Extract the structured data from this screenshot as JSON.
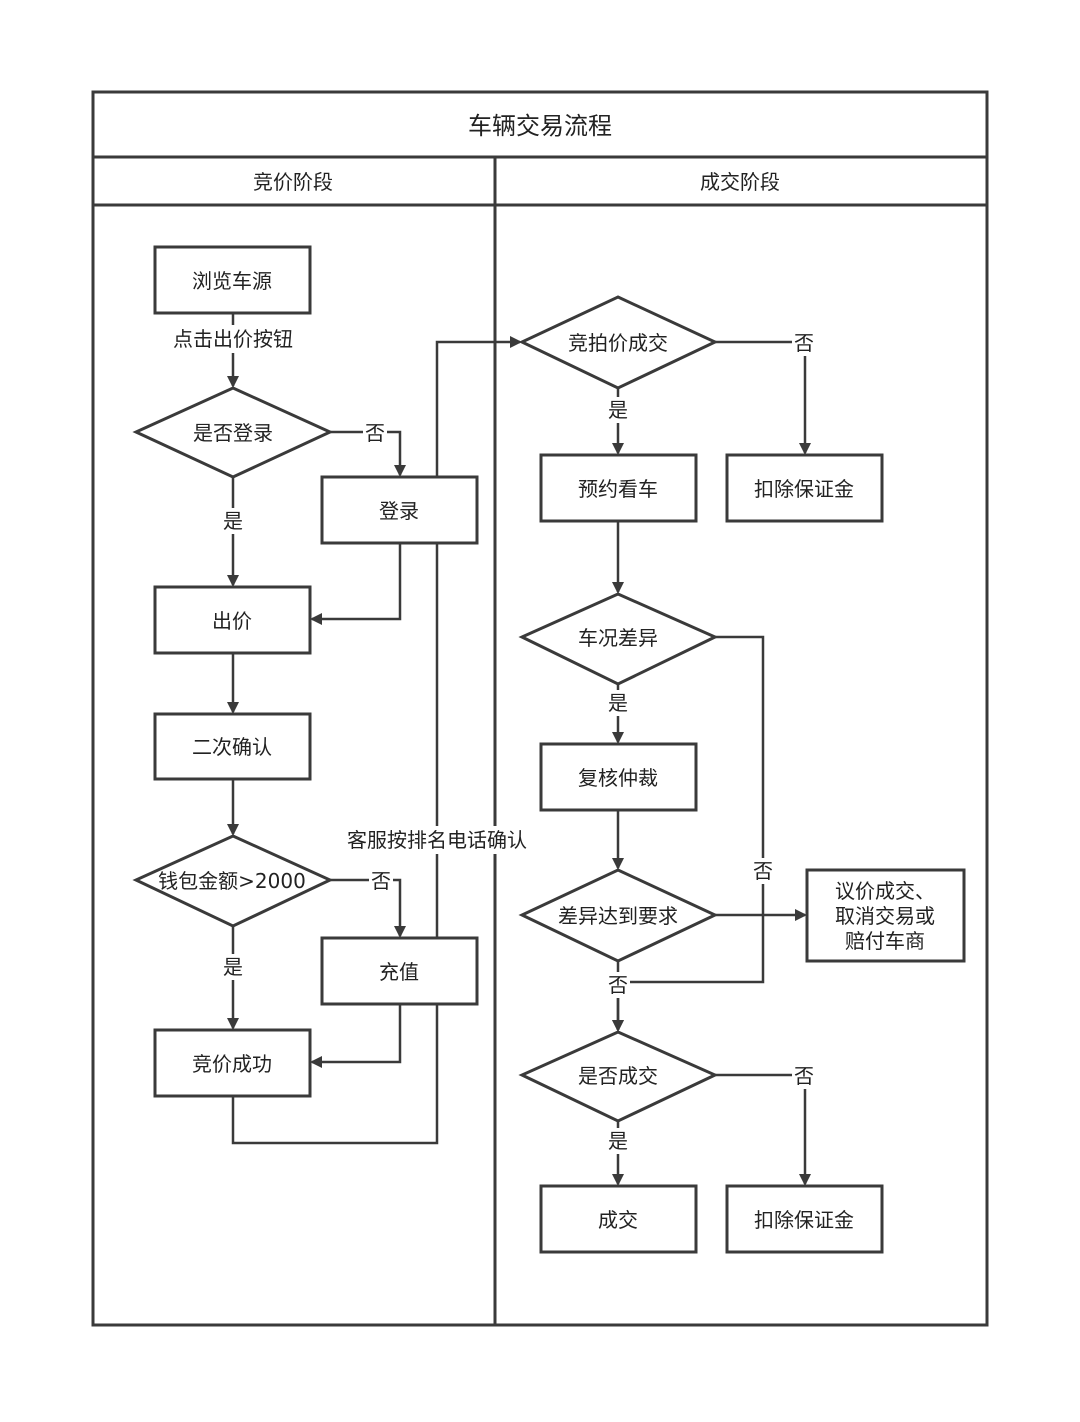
{
  "title": "车辆交易流程",
  "lanes": {
    "bidding": "竞价阶段",
    "deal": "成交阶段"
  },
  "nodes": {
    "browse": "浏览车源",
    "is_logged_in": "是否登录",
    "login": "登录",
    "bid": "出价",
    "confirm_twice": "二次确认",
    "wallet_check": "钱包金额>2000",
    "recharge": "充值",
    "bid_success": "竞价成功",
    "auction_deal": "竞拍价成交",
    "book_viewing": "预约看车",
    "deduct_deposit_1": "扣除保证金",
    "condition_diff": "车况差异",
    "review_arbitration": "复核仲裁",
    "diff_meets": "差异达到要求",
    "negotiate": [
      "议价成交、",
      "取消交易或",
      "赔付车商"
    ],
    "is_deal": "是否成交",
    "deal": "成交",
    "deduct_deposit_2": "扣除保证金"
  },
  "edge_labels": {
    "click_bid": "点击出价按钮",
    "customer_service": "客服按排名电话确认",
    "login_no": "否",
    "login_yes": "是",
    "wallet_no": "否",
    "wallet_yes": "是",
    "auction_no": "否",
    "auction_yes": "是",
    "condition_yes": "是",
    "condition_no": "否",
    "diff_no": "否",
    "is_deal_no": "否",
    "is_deal_yes": "是"
  }
}
